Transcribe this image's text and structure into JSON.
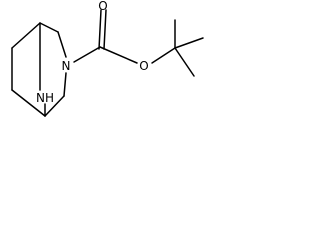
{
  "structure": {
    "atoms": [
      {
        "id": "n_carbamate",
        "label": "N"
      },
      {
        "id": "o_ether",
        "label": "O"
      },
      {
        "id": "o_carbonyl",
        "label": "O"
      },
      {
        "id": "nh_bridge",
        "label": "NH"
      }
    ]
  },
  "colors": {
    "bond": "#000000",
    "label": "#000000",
    "background": "#ffffff"
  }
}
